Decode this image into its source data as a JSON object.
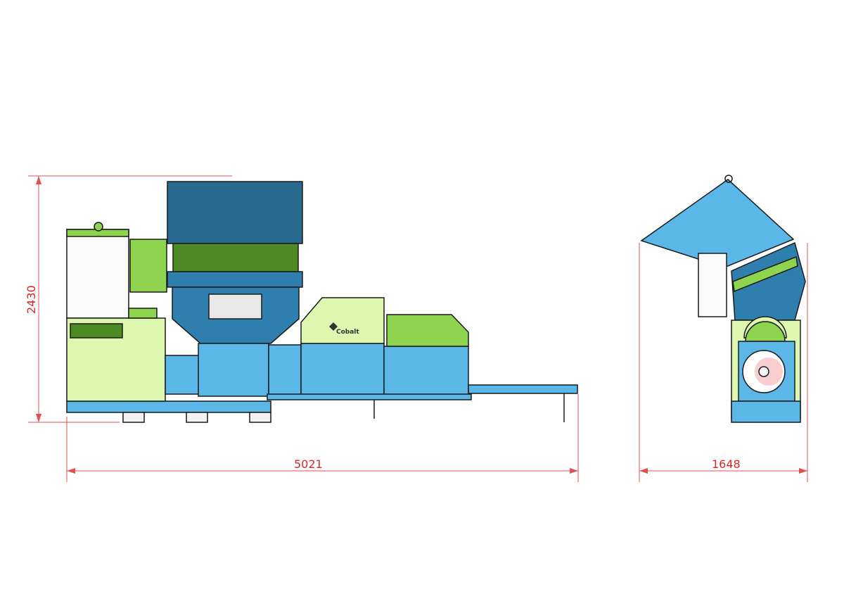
{
  "dimensions": {
    "height": "2430",
    "side_length": "5021",
    "end_width": "1648"
  },
  "logo_text": "Cobalt",
  "colors": {
    "blue": "#5bb7e8",
    "dark_blue": "#2f7fae",
    "light_green": "#ddf7b0",
    "green": "#8ed44f",
    "dimension_red": "#d42a2a"
  }
}
